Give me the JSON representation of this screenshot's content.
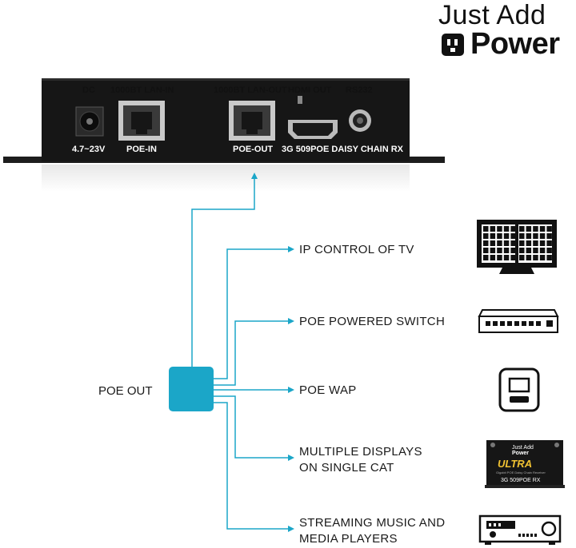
{
  "brand": {
    "line1": "Just Add",
    "line2": "Power"
  },
  "device": {
    "labels": {
      "dc": "DC",
      "lan_in": "1000BT LAN-IN",
      "lan_out": "1000BT LAN-OUT",
      "hdmi_out": "HDMI OUT",
      "rs232": "RS232",
      "voltage": "4.7~23V",
      "poe_in": "POE-IN",
      "poe_out": "POE-OUT",
      "model": "3G 509POE DAISY CHAIN RX"
    }
  },
  "diagram": {
    "hub_label": "POE OUT",
    "accent_color": "#1ba6c8",
    "items": [
      {
        "lines": [
          "IP CONTROL OF TV"
        ],
        "icon": "tv-icon"
      },
      {
        "lines": [
          "POE POWERED SWITCH"
        ],
        "icon": "network-switch-icon"
      },
      {
        "lines": [
          "POE WAP"
        ],
        "icon": "wireless-access-point-icon"
      },
      {
        "lines": [
          "MULTIPLE DISPLAYS",
          "ON SINGLE CAT"
        ],
        "icon": "receiver-device-icon"
      },
      {
        "lines": [
          "STREAMING MUSIC AND",
          "MEDIA PLAYERS"
        ],
        "icon": "av-receiver-icon"
      }
    ]
  },
  "receiver_icon": {
    "brand_line1": "Just Add",
    "brand_line2": "Power",
    "product": "ULTRA",
    "subtitle": "Gigabit POE Daisy Chain Receiver",
    "model": "3G 509POE RX"
  }
}
